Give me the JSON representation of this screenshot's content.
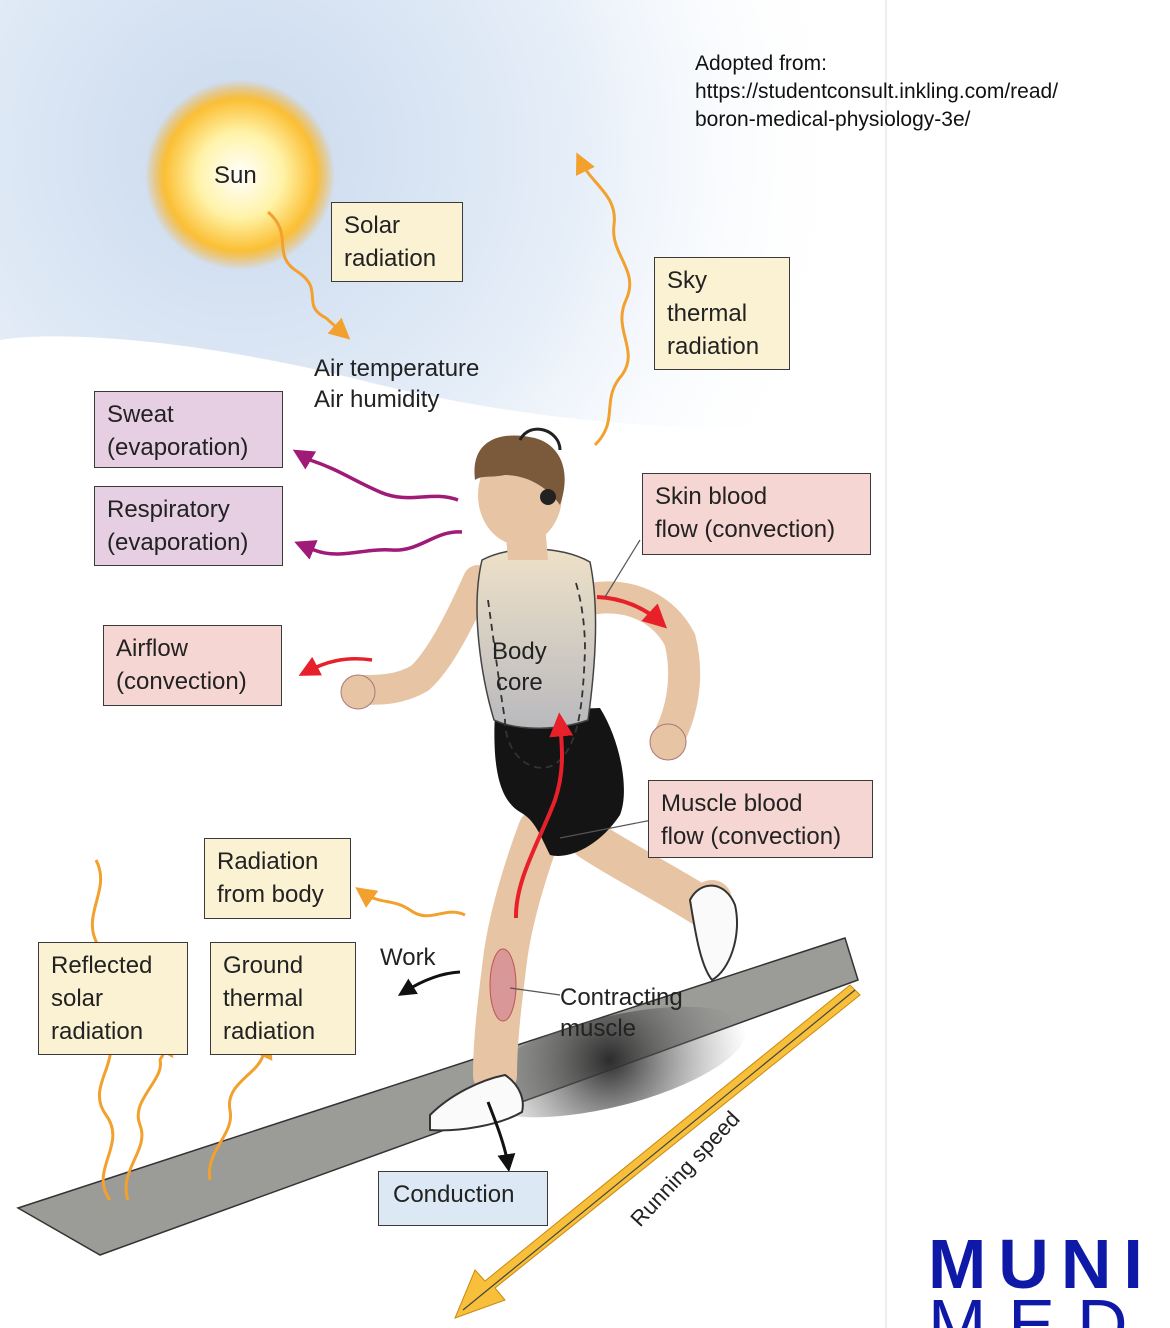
{
  "source": {
    "line1": "Adopted from:",
    "line2": "https://studentconsult.inkling.com/read/",
    "line3": "boron-medical-physiology-3e/"
  },
  "labels": {
    "sun": "Sun",
    "air": "Air temperature\n      Air humidity",
    "body_core": "Body\ncore",
    "work": "Work",
    "contracting": "Contracting\nmuscle",
    "running_speed": "Running speed"
  },
  "boxes": {
    "solar": "Solar\nradiation",
    "sky": "Sky\nthermal\nradiation",
    "sweat": "Sweat\n(evaporation)",
    "respiratory": "Respiratory\n(evaporation)",
    "skin": "Skin blood\nflow (convection)",
    "airflow": "Airflow\n(convection)",
    "muscle": "Muscle blood\nflow (convection)",
    "radiation_body": "Radiation\nfrom body",
    "reflected": "Reflected\nsolar\nradiation",
    "ground": "Ground\nthermal\nradiation",
    "conduction": "Conduction"
  },
  "logo": {
    "line1": "MUNI",
    "line2": "MED"
  },
  "colors": {
    "heat_arrow": "#f2a12e",
    "evaporation_arrow": "#a01a78",
    "convection_arrow": "#e8202a",
    "logo": "#0f19a8"
  }
}
